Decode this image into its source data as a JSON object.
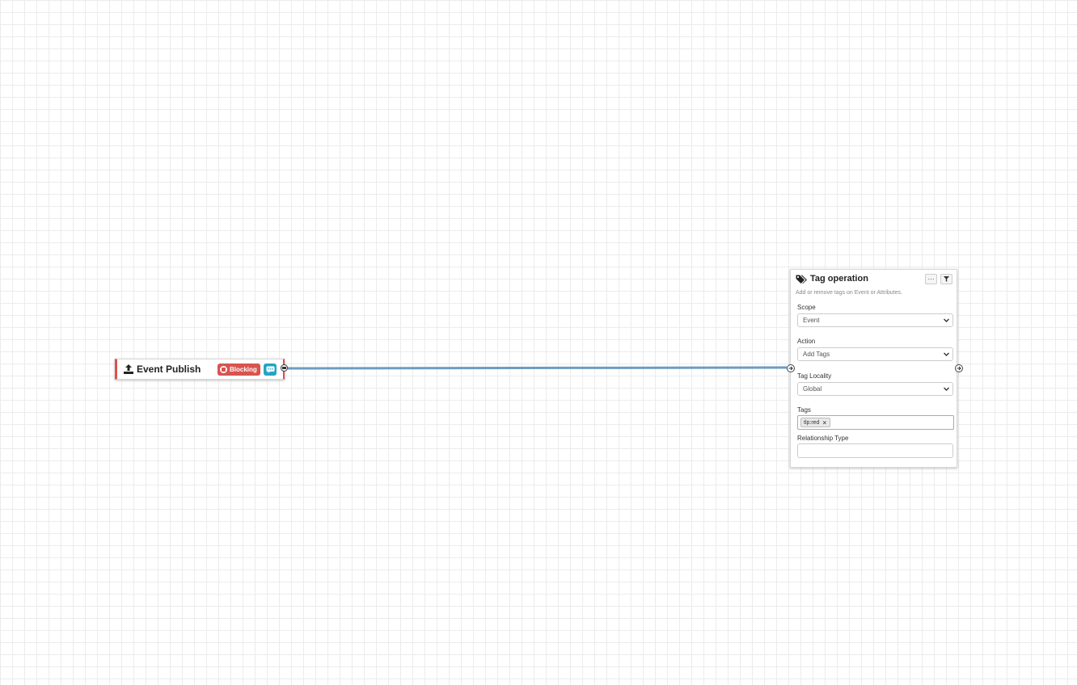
{
  "canvas": {
    "grid_color": "#ececec",
    "background": "#ffffff",
    "connection_color": "#6e9cc1"
  },
  "node_publish": {
    "title": "Event Publish",
    "icon": "upload-icon",
    "badge_label": "Blocking",
    "badge_icon": "stop-icon",
    "info_icon": "comments-icon",
    "accent_color": "#d9534f",
    "info_color": "#22a5c5"
  },
  "node_tag": {
    "title": "Tag operation",
    "icon": "tags-icon",
    "description": "Add or remove tags on Event or Attributes.",
    "more_button_label": "···",
    "filter_icon": "filter-icon",
    "fields": {
      "scope": {
        "label": "Scope",
        "value": "Event"
      },
      "action": {
        "label": "Action",
        "value": "Add Tags"
      },
      "tag_locality": {
        "label": "Tag Locality",
        "value": "Global"
      },
      "tags": {
        "label": "Tags",
        "chips": [
          "tlp:red"
        ]
      },
      "relationship_type": {
        "label": "Relationship Type",
        "value": ""
      }
    }
  }
}
